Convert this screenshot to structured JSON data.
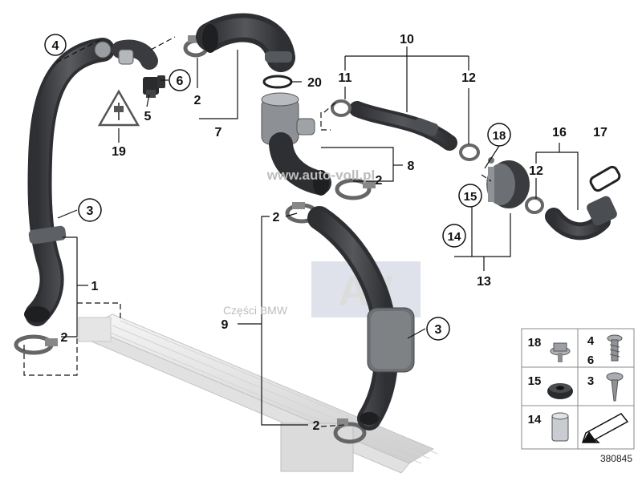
{
  "watermarks": {
    "site": "www.auto-voll.pl",
    "shop": "Części BMW",
    "logo": "AV"
  },
  "reference": "380845",
  "labels": {
    "p1": "1",
    "p2a": "2",
    "p2b": "2",
    "p2c": "2",
    "p2d": "2",
    "p2e": "2",
    "p3a": "3",
    "p3b": "3",
    "p4": "4",
    "p5": "5",
    "p6": "6",
    "p7": "7",
    "p8": "8",
    "p9": "9",
    "p10": "10",
    "p11": "11",
    "p12a": "12",
    "p12b": "12",
    "p13": "13",
    "p14": "14",
    "p15": "15",
    "p16": "16",
    "p17": "17",
    "p18": "18",
    "p19": "19",
    "p20": "20"
  },
  "legend": {
    "c18": "18",
    "c4": "4",
    "c6": "6",
    "c15": "15",
    "c3": "3",
    "c14": "14"
  }
}
